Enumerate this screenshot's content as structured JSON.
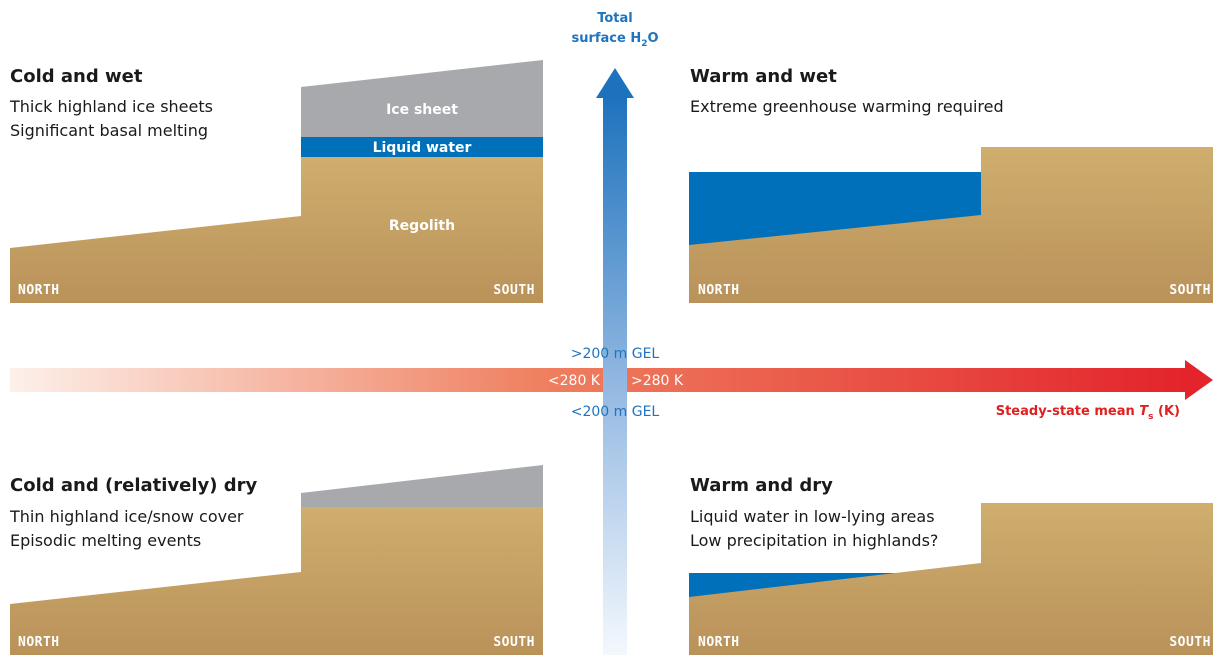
{
  "colors": {
    "soil": "#c8a465",
    "soil_dark": "#b8925a",
    "ice": "#a7a9ac",
    "water": "#0070ba",
    "axis_blue": "#1f74bf",
    "axis_red": "#e02020"
  },
  "quadrants": {
    "cold_wet": {
      "title": "Cold and wet",
      "lines": [
        "Thick highland ice sheets",
        "Significant basal melting"
      ],
      "layer_ice": "Ice sheet",
      "layer_water": "Liquid water",
      "layer_regolith": "Regolith",
      "north": "NORTH",
      "south": "SOUTH"
    },
    "warm_wet": {
      "title": "Warm and wet",
      "lines": [
        "Extreme greenhouse warming required"
      ],
      "north": "NORTH",
      "south": "SOUTH"
    },
    "cold_dry": {
      "title": "Cold and (relatively) dry",
      "lines": [
        "Thin highland ice/snow cover",
        "Episodic melting events"
      ],
      "north": "NORTH",
      "south": "SOUTH"
    },
    "warm_dry": {
      "title": "Warm and dry",
      "lines": [
        "Liquid water in low-lying areas",
        "Low precipitation in highlands?"
      ],
      "north": "NORTH",
      "south": "SOUTH"
    }
  },
  "axes": {
    "vertical_title_line1": "Total",
    "vertical_title_line2": "surface H",
    "vertical_title_sub": "2",
    "vertical_title_end": "O",
    "above": ">200 m GEL",
    "below": "<200 m GEL",
    "left_temp": "<280 K",
    "right_temp": ">280 K",
    "horizontal_title": "Steady-state mean ",
    "horizontal_title_var": "T",
    "horizontal_title_sub": "s",
    "horizontal_title_end": " (K)"
  }
}
